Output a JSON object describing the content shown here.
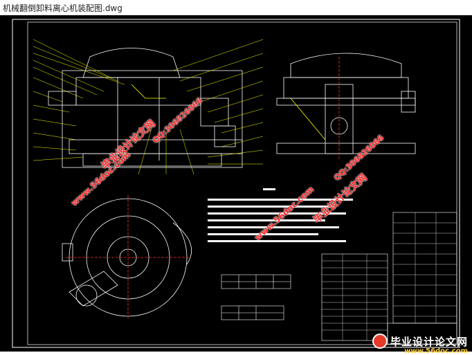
{
  "window": {
    "title": "机械翻倒卸料离心机装配图.dwg"
  },
  "watermarks": {
    "site": "www.56doc.com",
    "qq": "QQ:306826066",
    "brand": "毕业设计论文网"
  },
  "footer": {
    "brand": "毕业设计论文网",
    "site": "www.56doc.com"
  },
  "colors": {
    "canvas": "#000000",
    "lines": "#ffffff",
    "leader": "#ffff00",
    "accent": "#ff3030"
  }
}
